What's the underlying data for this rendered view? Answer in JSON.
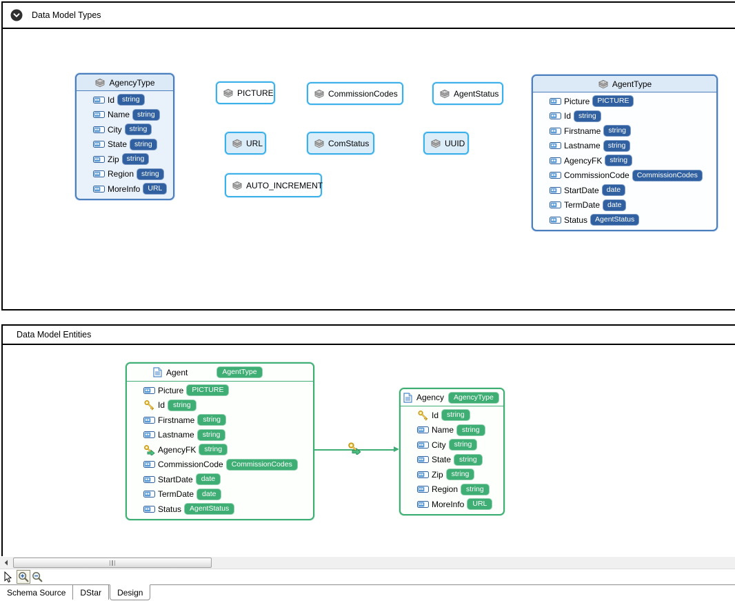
{
  "types_panel": {
    "title": "Data Model Types",
    "simple_types": [
      "PICTURE",
      "CommissionCodes",
      "AgentStatus",
      "URL",
      "ComStatus",
      "UUID",
      "AUTO_INCREMENT"
    ],
    "complex_types": [
      {
        "name": "AgencyType",
        "fields": [
          {
            "name": "Id",
            "type": "string"
          },
          {
            "name": "Name",
            "type": "string"
          },
          {
            "name": "City",
            "type": "string"
          },
          {
            "name": "State",
            "type": "string"
          },
          {
            "name": "Zip",
            "type": "string"
          },
          {
            "name": "Region",
            "type": "string"
          },
          {
            "name": "MoreInfo",
            "type": "URL"
          }
        ]
      },
      {
        "name": "AgentType",
        "fields": [
          {
            "name": "Picture",
            "type": "PICTURE"
          },
          {
            "name": "Id",
            "type": "string"
          },
          {
            "name": "Firstname",
            "type": "string"
          },
          {
            "name": "Lastname",
            "type": "string"
          },
          {
            "name": "AgencyFK",
            "type": "string"
          },
          {
            "name": "CommissionCode",
            "type": "CommissionCodes"
          },
          {
            "name": "StartDate",
            "type": "date"
          },
          {
            "name": "TermDate",
            "type": "date"
          },
          {
            "name": "Status",
            "type": "AgentStatus"
          }
        ]
      }
    ]
  },
  "entities_panel": {
    "title": "Data Model Entities",
    "entities": [
      {
        "name": "Agent",
        "type": "AgentType",
        "fields": [
          {
            "name": "Picture",
            "type": "PICTURE",
            "key": "none"
          },
          {
            "name": "Id",
            "type": "string",
            "key": "primary"
          },
          {
            "name": "Firstname",
            "type": "string",
            "key": "none"
          },
          {
            "name": "Lastname",
            "type": "string",
            "key": "none"
          },
          {
            "name": "AgencyFK",
            "type": "string",
            "key": "foreign"
          },
          {
            "name": "CommissionCode",
            "type": "CommissionCodes",
            "key": "none"
          },
          {
            "name": "StartDate",
            "type": "date",
            "key": "none"
          },
          {
            "name": "TermDate",
            "type": "date",
            "key": "none"
          },
          {
            "name": "Status",
            "type": "AgentStatus",
            "key": "none"
          }
        ]
      },
      {
        "name": "Agency",
        "type": "AgencyType",
        "fields": [
          {
            "name": "Id",
            "type": "string",
            "key": "primary"
          },
          {
            "name": "Name",
            "type": "string",
            "key": "none"
          },
          {
            "name": "City",
            "type": "string",
            "key": "none"
          },
          {
            "name": "State",
            "type": "string",
            "key": "none"
          },
          {
            "name": "Zip",
            "type": "string",
            "key": "none"
          },
          {
            "name": "Region",
            "type": "string",
            "key": "none"
          },
          {
            "name": "MoreInfo",
            "type": "URL",
            "key": "none"
          }
        ]
      }
    ]
  },
  "bottom_tabs": [
    {
      "label": "Schema Source",
      "active": false
    },
    {
      "label": "DStar",
      "active": false
    },
    {
      "label": "Design",
      "active": true
    }
  ],
  "colors": {
    "complex_type_border": "#4a7ebc",
    "complex_type_fill": "#e9f1fa",
    "type_badge_blue": "#30609f",
    "simple_type_border": "#3cb0e8",
    "simple_type_fill_light": "#dcedfa",
    "entity_border": "#3fae74",
    "entity_badge_green": "#3fae74"
  }
}
